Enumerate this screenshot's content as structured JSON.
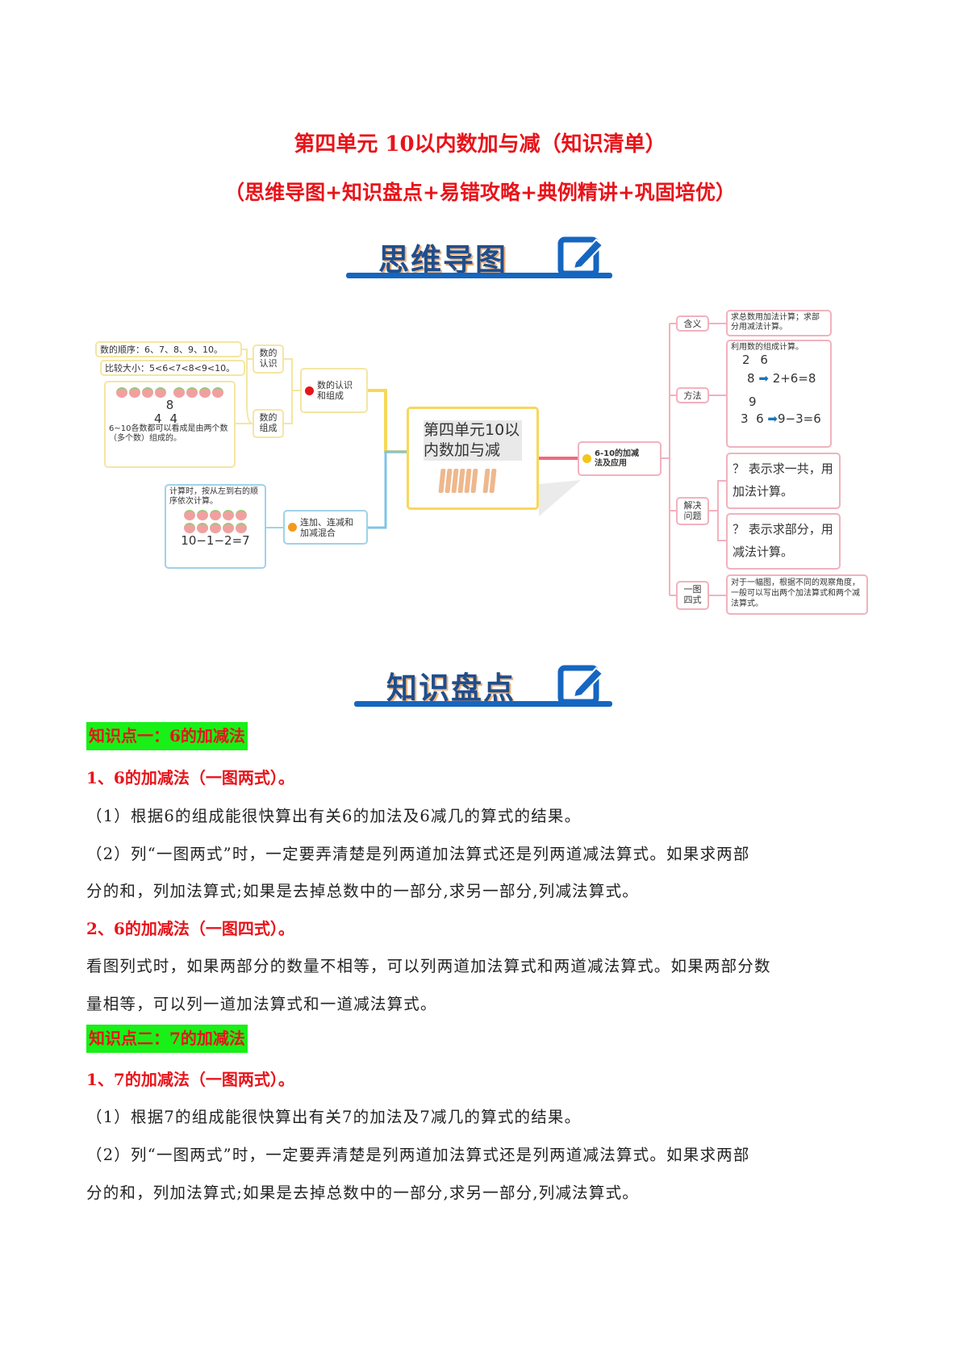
{
  "title": {
    "line1": "第四单元 10以内数加与减（知识清单）",
    "line2": "（思维导图+知识盘点+易错攻略+典例精讲+巩固培优）"
  },
  "banners": {
    "mindmap": "思维导图",
    "knowledge": "知识盘点"
  },
  "mindmap": {
    "center": "第四单元10以内数加与减",
    "left": {
      "branch1": "数的认识和组成",
      "recognize": "数的认识",
      "compose": "数的组成",
      "order": "数的顺序：6、7、8、9、10。",
      "compare": "比较大小：5<6<7<8<9<10。",
      "comp_total": "8",
      "comp_a": "4",
      "comp_b": "4",
      "comp_note": "6~10各数都可以看成是由两个数（多个数）组成的。",
      "branch2": "连加、连减和加减混合",
      "calc_note": "计算时，按从左到右的顺序依次计算。",
      "calc_eq": "10−1−2=7"
    },
    "right": {
      "branch": "6-10的加减法及应用",
      "meaning": "含义",
      "meaning_desc": "求总数用加法计算；求部分用减法计算。",
      "method": "方法",
      "method_desc": "利用数的组成计算。",
      "m1_a": "2",
      "m1_b": "6",
      "m1_t": "8",
      "m1_eq": "2+6=8",
      "m2_t": "9",
      "m2_a": "3",
      "m2_b": "6",
      "m2_eq": "9−3=6",
      "solve": "解决问题",
      "solve1": "？ 表示求一共，用加法计算。",
      "solve2": "？ 表示求部分，用减法计算。",
      "four": "一图四式",
      "four_desc": "对于一幅图，根据不同的观察角度，一般可以写出两个加法算式和两个减法算式。"
    }
  },
  "knowledge": {
    "kp1": "知识点一：6的加减法",
    "kp1_h1": "1、6的加减法（一图两式）。",
    "kp1_p1": "（1）根据6的组成能很快算出有关6的加法及6减几的算式的结果。",
    "kp1_p2a": "（2）列“一图两式”时，一定要弄清楚是列两道加法算式还是列两道减法算式。如果求两部",
    "kp1_p2b": "分的和，列加法算式;如果是去掉总数中的一部分,求另一部分,列减法算式。",
    "kp1_h2": "2、6的加减法（一图四式）。",
    "kp1_p3a": "看图列式时，如果两部分的数量不相等，可以列两道加法算式和两道减法算式。如果两部分数",
    "kp1_p3b": "量相等，可以列一道加法算式和一道减法算式。",
    "kp2": "知识点二：7的加减法",
    "kp2_h1": "1、7的加减法（一图两式）。",
    "kp2_p1": "（1）根据7的组成能很快算出有关7的加法及7减几的算式的结果。",
    "kp2_p2a": "（2）列“一图两式”时，一定要弄清楚是列两道加法算式还是列两道减法算式。如果求两部",
    "kp2_p2b": "分的和，列加法算式;如果是去掉总数中的一部分,求另一部分,列减法算式。"
  }
}
